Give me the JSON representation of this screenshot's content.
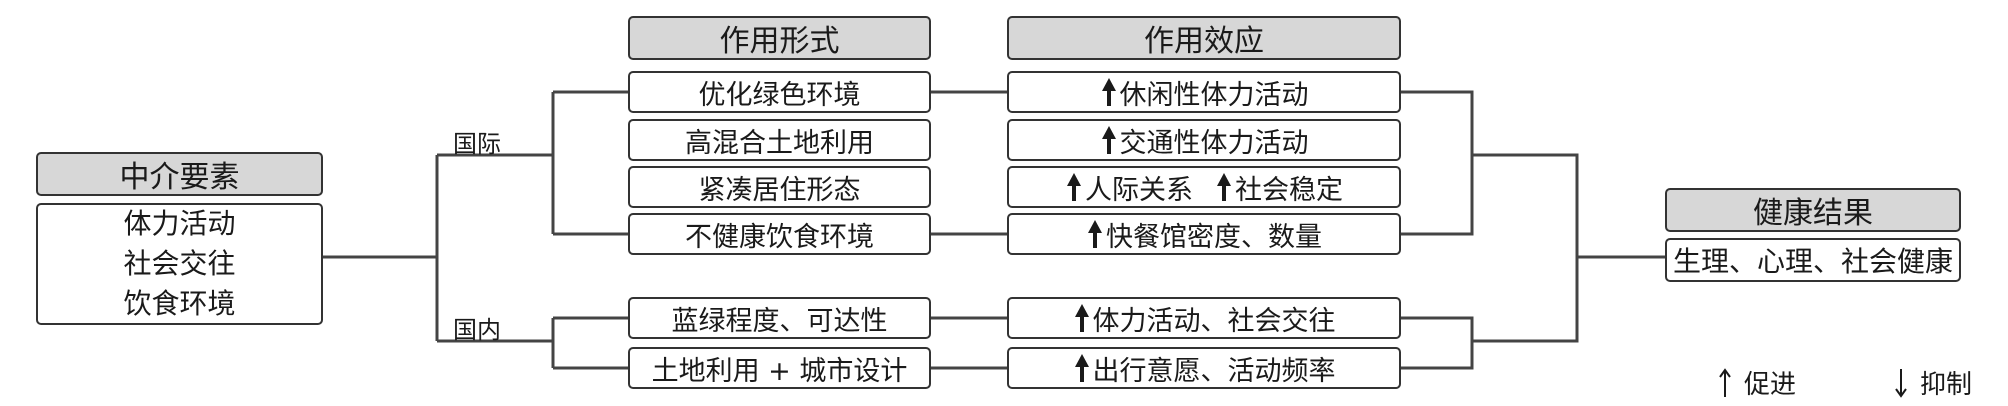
{
  "mediator": {
    "header": "中介要素",
    "items": [
      "体力活动",
      "社会交往",
      "饮食环境"
    ]
  },
  "groups": {
    "intl": "国际",
    "domestic": "国内"
  },
  "form": {
    "header": "作用形式",
    "items": [
      "优化绿色环境",
      "高混合土地利用",
      "紧凑居住形态",
      "不健康饮食环境",
      "蓝绿程度、可达性",
      "土地利用 + 城市设计"
    ]
  },
  "effect": {
    "header": "作用效应",
    "items": [
      "休闲性体力活动",
      "交通性体力活动",
      "人际关系",
      "社会稳定",
      "快餐馆密度、数量",
      "体力活动、社会交往",
      "出行意愿、活动频率"
    ]
  },
  "outcome": {
    "header": "健康结果",
    "value": "生理、心理、社会健康"
  },
  "legend": {
    "promote": "促进",
    "inhibit": "抑制"
  }
}
